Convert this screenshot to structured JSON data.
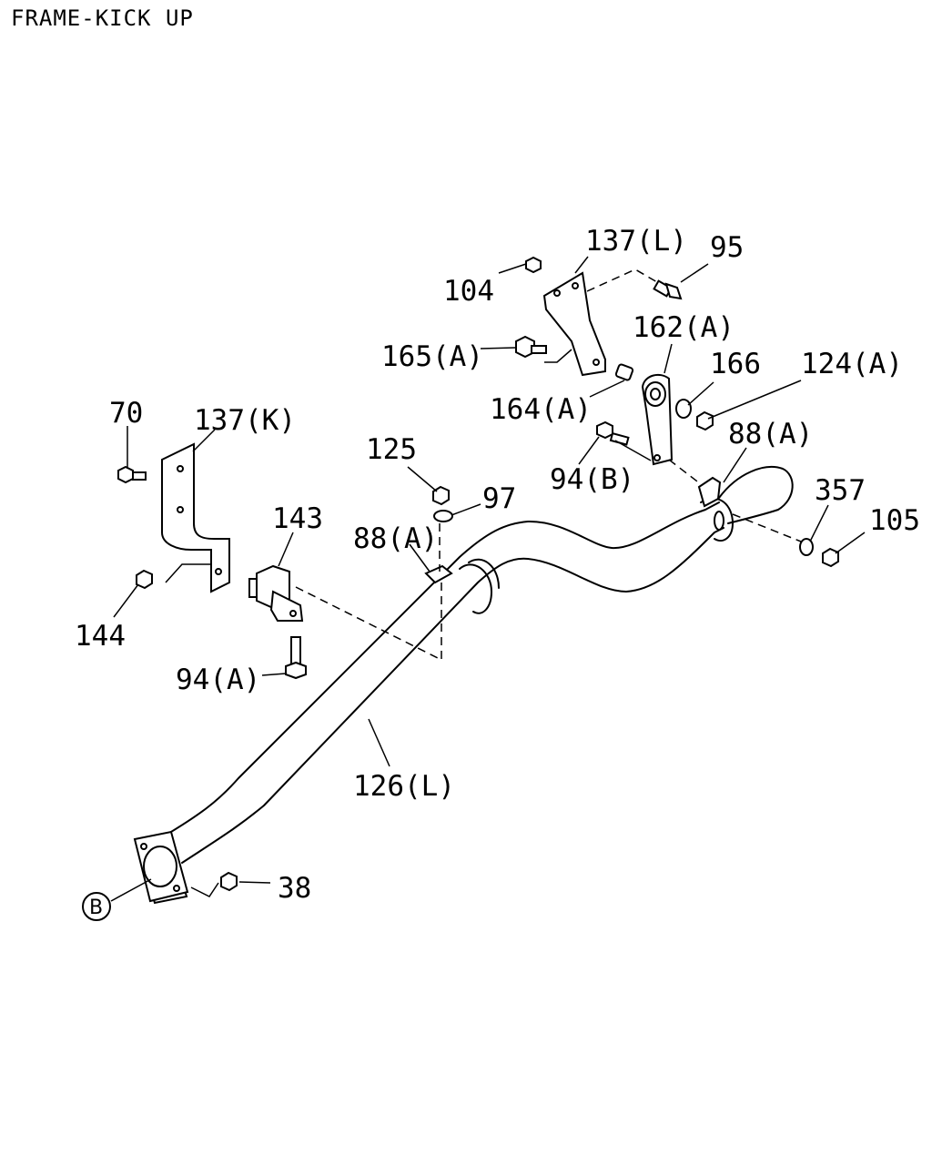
{
  "title": "FRAME-KICK UP",
  "labels": {
    "l_137L": "137(L)",
    "l_95": "95",
    "l_104": "104",
    "l_162A": "162(A)",
    "l_165A": "165(A)",
    "l_166": "166",
    "l_124A": "124(A)",
    "l_164A": "164(A)",
    "l_88A_right": "88(A)",
    "l_70": "70",
    "l_137K": "137(K)",
    "l_125": "125",
    "l_97": "97",
    "l_94B": "94(B)",
    "l_357": "357",
    "l_143": "143",
    "l_88A_left": "88(A)",
    "l_105": "105",
    "l_144": "144",
    "l_94A": "94(A)",
    "l_126L": "126(L)",
    "l_38": "38",
    "ref_B": "B"
  }
}
